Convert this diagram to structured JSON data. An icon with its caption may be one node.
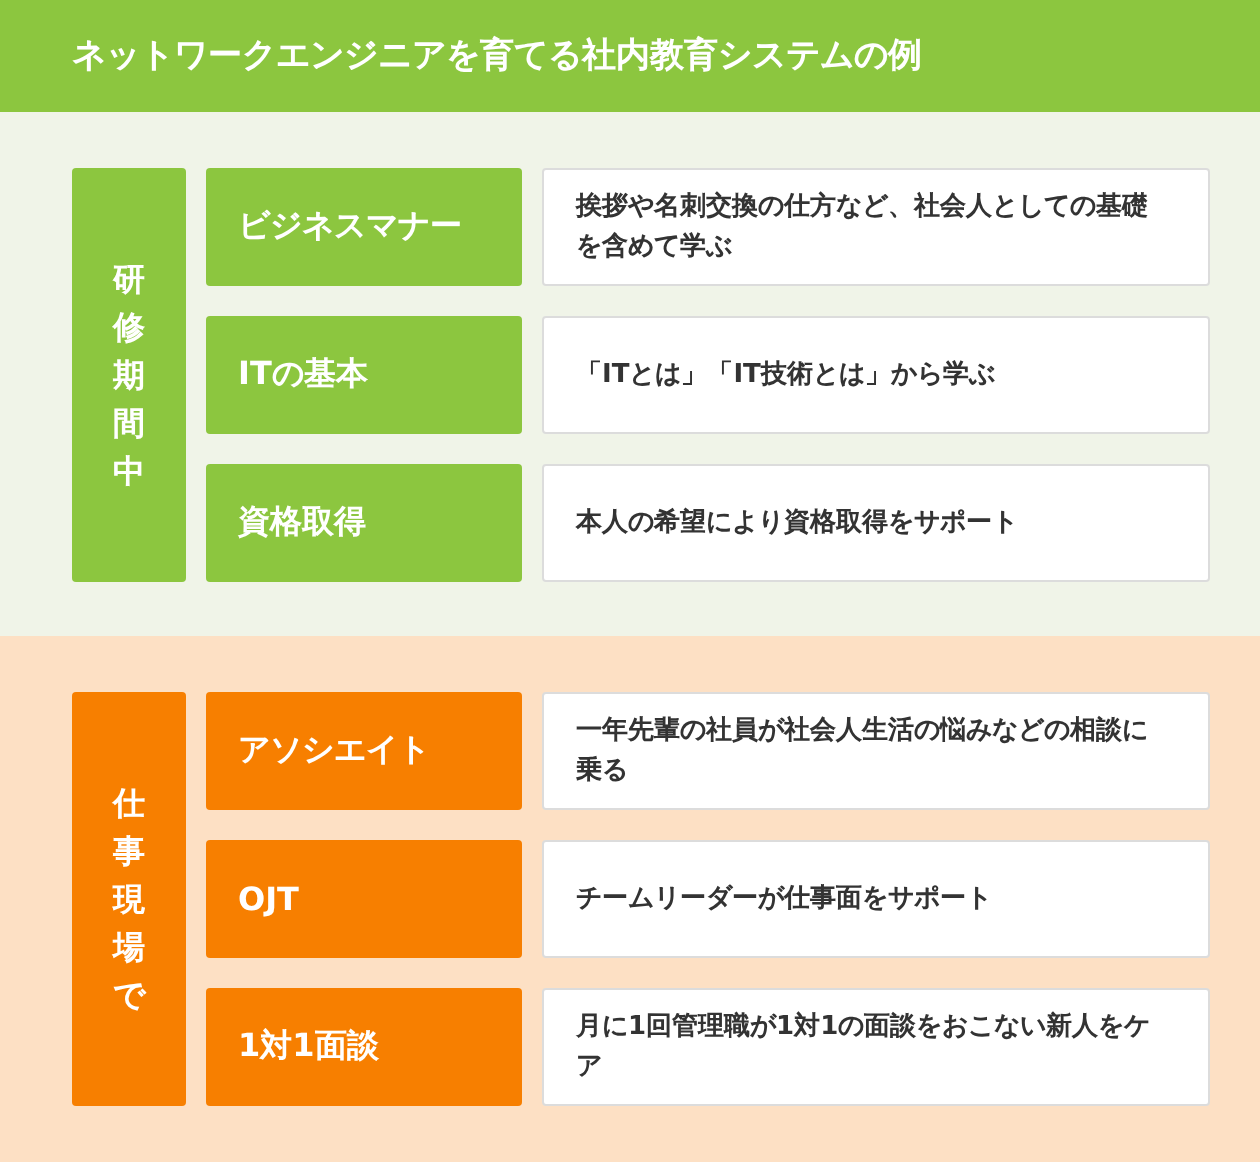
{
  "diagram": {
    "title": "ネットワークエンジニアを育てる社内教育システムの例",
    "nodes": [
      {
        "text": [],
        "shape": "box"
      },
      {
        "text": [
          "研修期間中"
        ],
        "in": 0
      },
      {
        "text": [
          "ビジネスマナー"
        ],
        "in": 0
      },
      {
        "text": [
          "挨拶や名刺交換の仕方など、社会人としての基礎を含めて学ぶ"
        ],
        "in": 0
      },
      {
        "text": [
          "ITの基本"
        ],
        "in": 0
      },
      {
        "text": [
          "「ITとは」「IT技術とは」から学ぶ"
        ],
        "in": 0
      },
      {
        "text": [
          "資格取得"
        ],
        "in": 0
      },
      {
        "text": [
          "本人の希望により資格取得をサポート"
        ],
        "in": 0
      },
      {
        "text": [],
        "shape": "box"
      },
      {
        "text": [
          "仕事現場で"
        ],
        "in": 8
      },
      {
        "text": [
          "アソシエイト"
        ],
        "in": 8
      },
      {
        "text": [
          "一年先輩の社員が社会人生活の悩みなどの相談に乗る"
        ],
        "in": 8
      },
      {
        "text": [
          "OJT"
        ],
        "in": 8
      },
      {
        "text": [
          "チームリーダーが仕事面をサポート"
        ],
        "in": 8
      },
      {
        "text": [
          "1対1面談"
        ],
        "in": 8
      },
      {
        "text": [
          "月に1回管理職が1対1の面談をおこない新人をケア"
        ],
        "in": 8
      }
    ],
    "edges": []
  }
}
